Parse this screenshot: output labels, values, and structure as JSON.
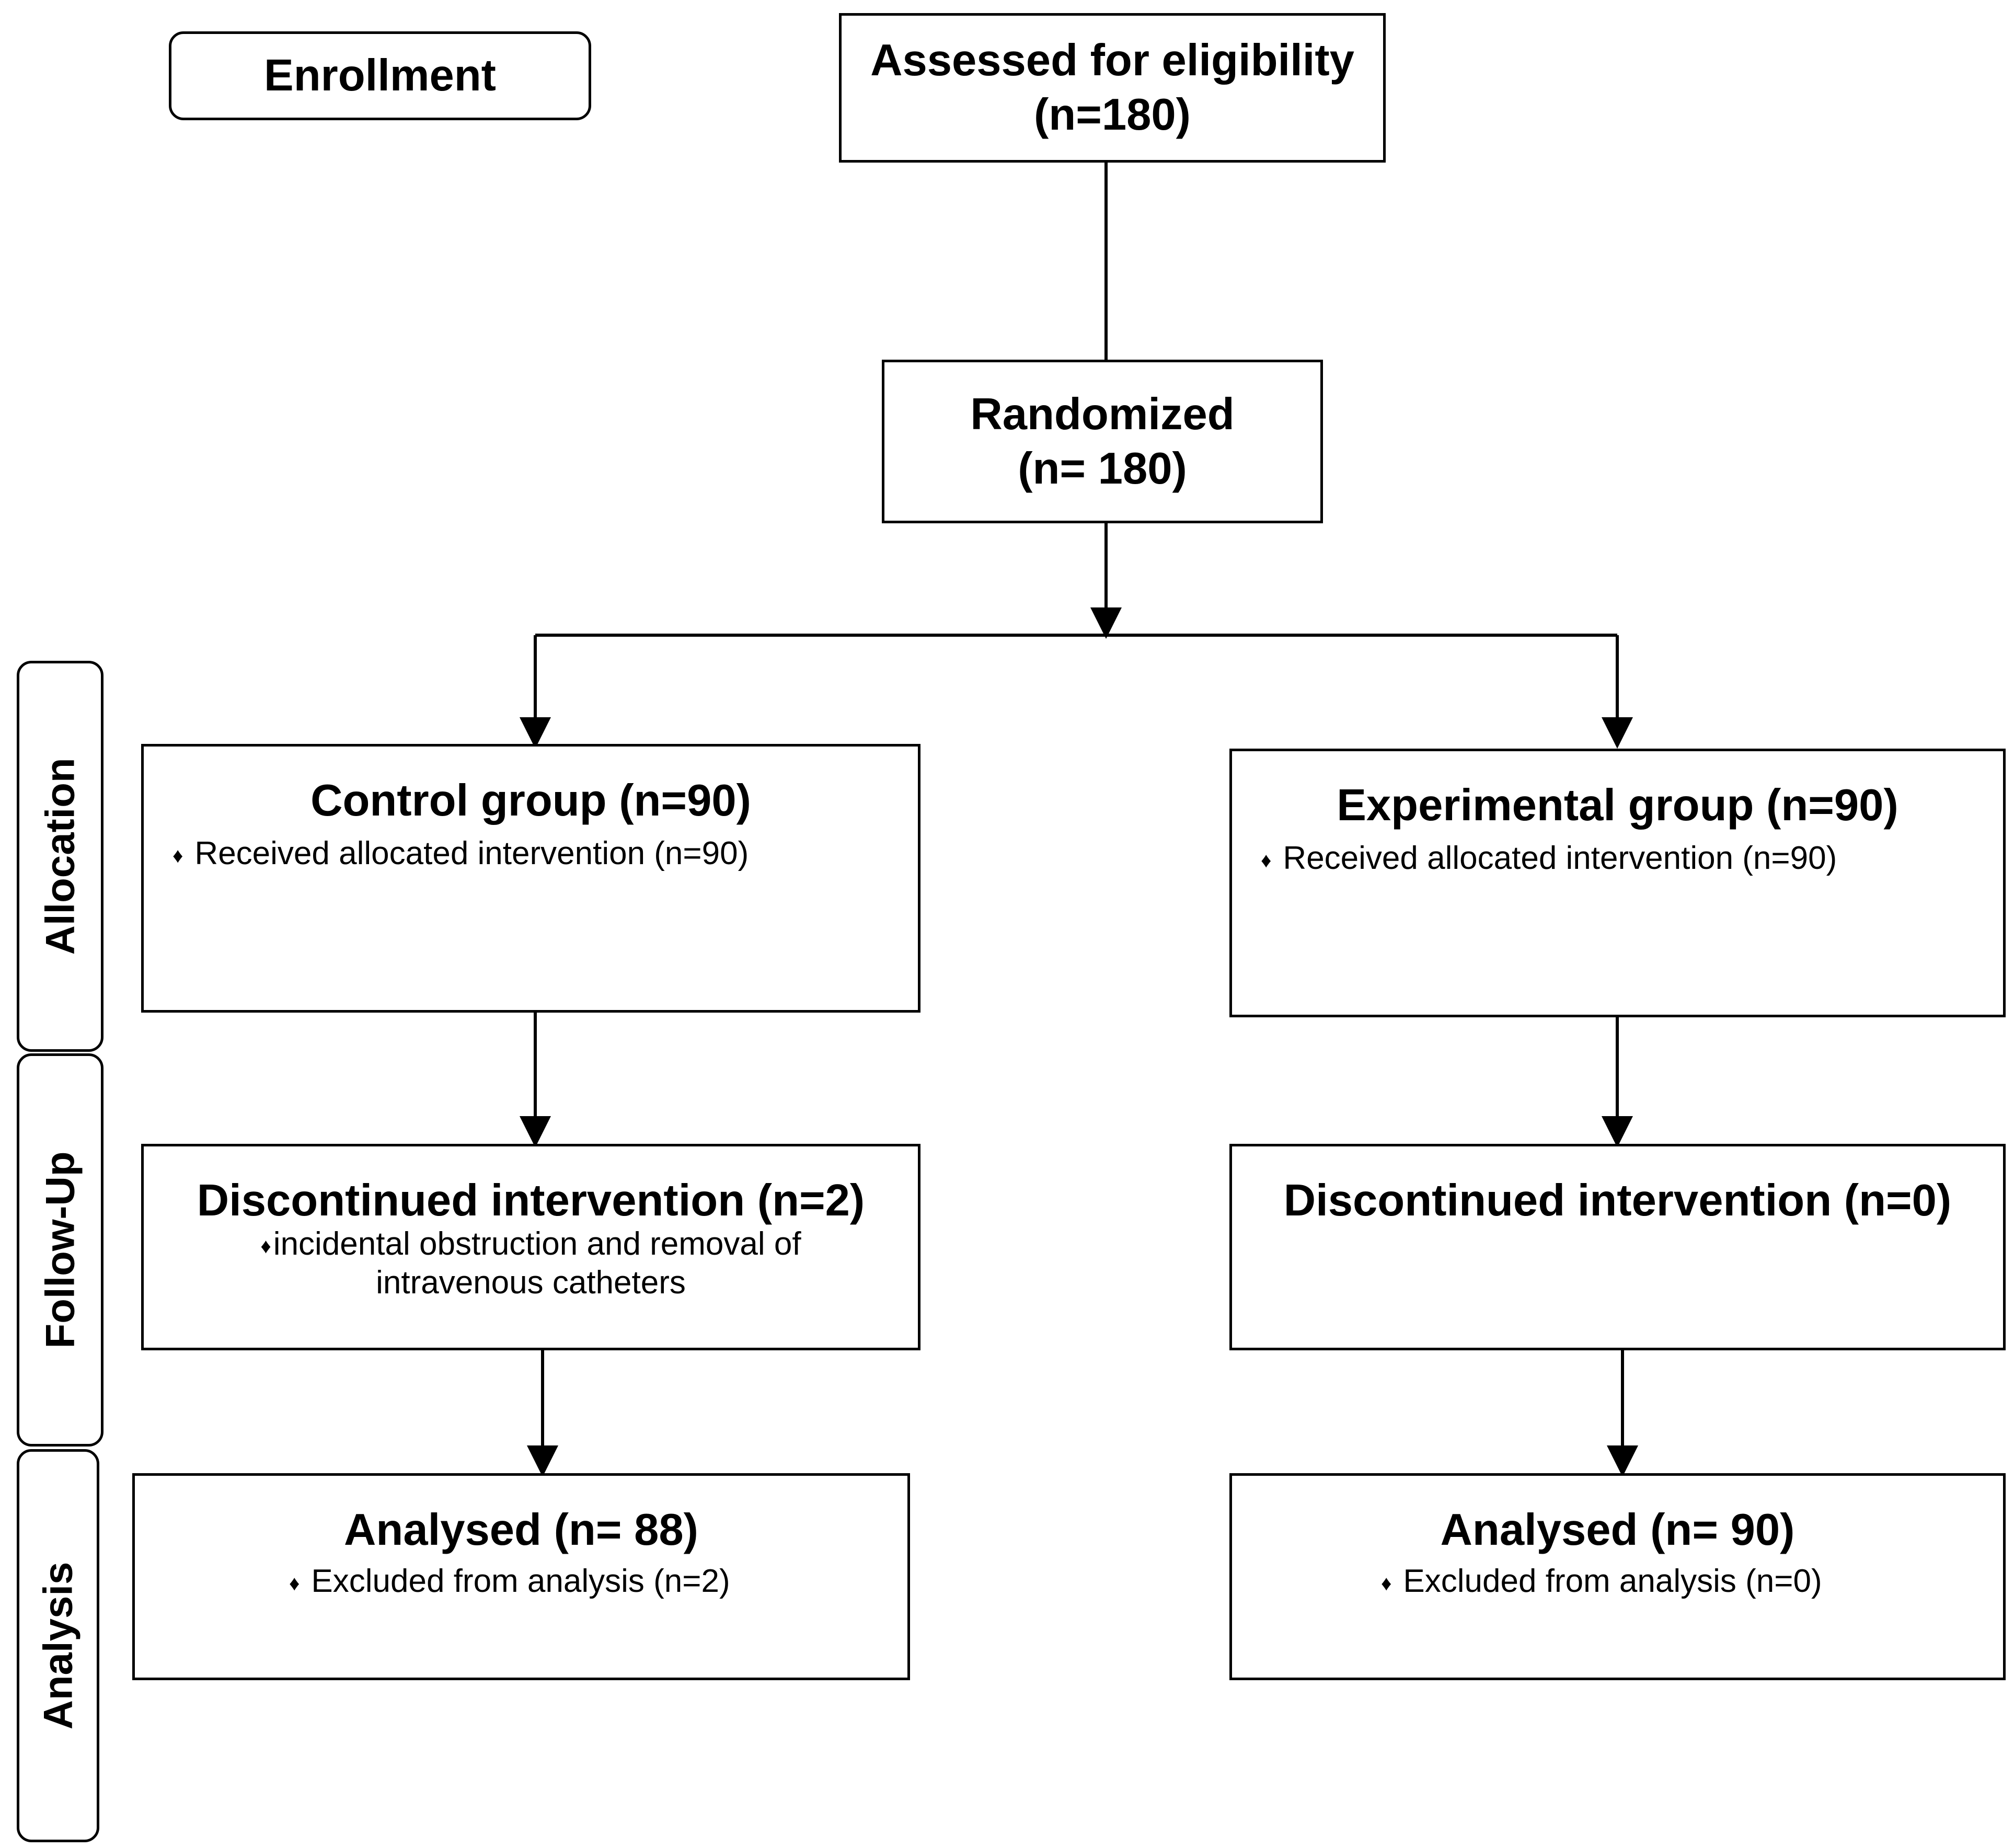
{
  "stages": {
    "enrollment": "Enrollment",
    "allocation": "Allocation",
    "follow_up": "Follow-Up",
    "analysis": "Analysis"
  },
  "assessed": {
    "line1": "Assessed for eligibility",
    "line2": "(n=180)"
  },
  "randomized": {
    "line1": "Randomized",
    "line2": "(n= 180)"
  },
  "control": {
    "allocation_title": "Control group (n=90)",
    "allocation_item": "Received allocated intervention (n=90)",
    "followup_title": "Discontinued intervention (n=2)",
    "followup_line1": "incidental obstruction and removal of",
    "followup_line2": "intravenous catheters",
    "analysis_title": "Analysed (n= 88)",
    "analysis_item": "Excluded from analysis (n=2)"
  },
  "experimental": {
    "allocation_title": "Experimental group (n=90)",
    "allocation_item": "Received allocated intervention (n=90)",
    "followup_title": "Discontinued intervention (n=0)",
    "analysis_title": "Analysed (n= 90)",
    "analysis_item": "Excluded from analysis (n=0)"
  },
  "bullet_glyph": "♦"
}
